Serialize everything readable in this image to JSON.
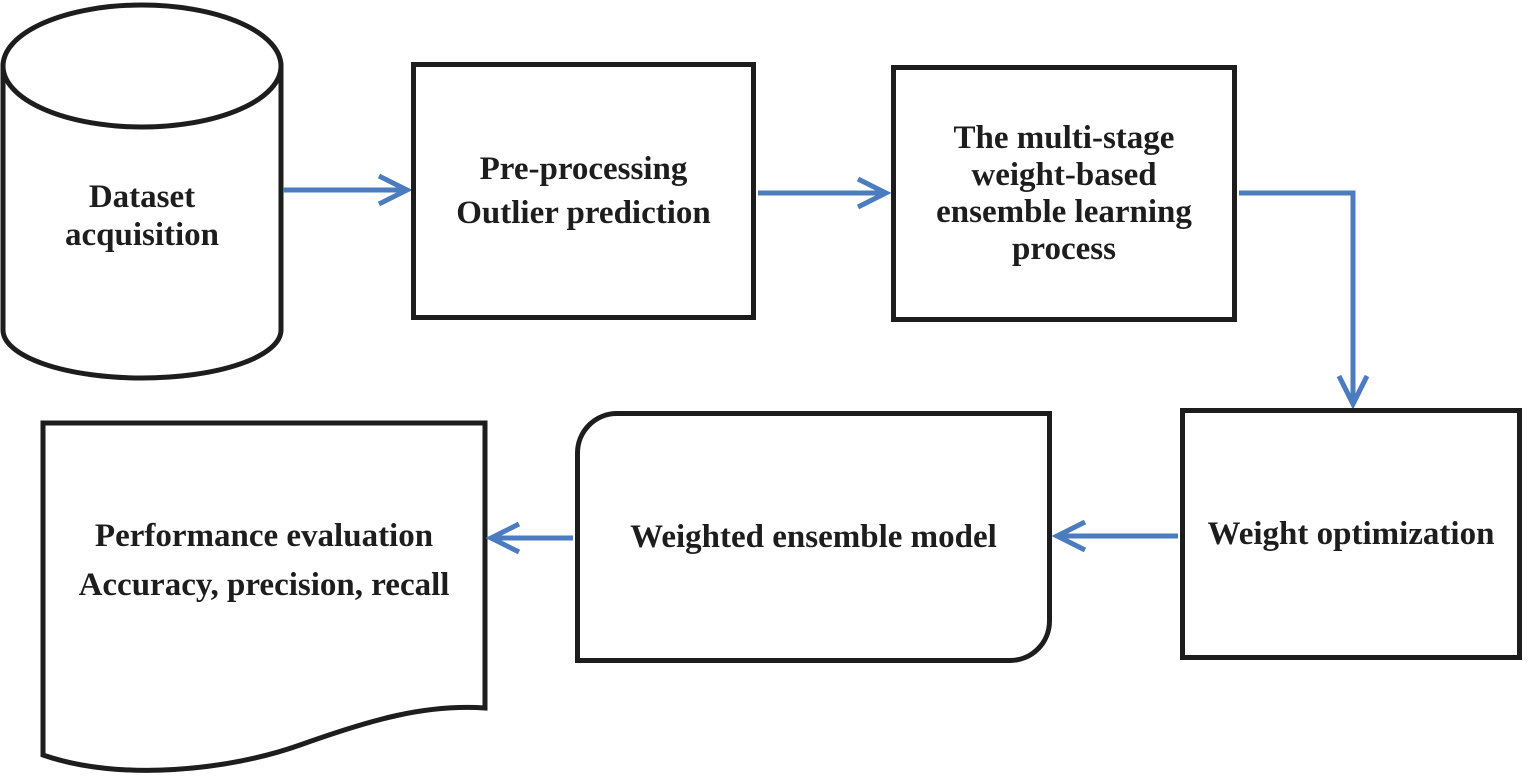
{
  "diagram": {
    "colors": {
      "arrow": "#4a7cbf",
      "border": "#1d1d1d",
      "text": "#1d1d1d",
      "background": "#ffffff"
    },
    "nodes": {
      "dataset": {
        "shape": "cylinder",
        "lines": [
          "Dataset",
          "acquisition"
        ]
      },
      "preprocessing": {
        "shape": "rectangle",
        "lines": [
          "Pre-processing",
          "Outlier prediction"
        ]
      },
      "ensemble_process": {
        "shape": "rectangle",
        "lines": [
          "The multi-stage",
          "weight-based",
          "ensemble learning",
          "process"
        ]
      },
      "weight_optimization": {
        "shape": "rectangle",
        "lines": [
          "Weight optimization"
        ]
      },
      "weighted_model": {
        "shape": "rounded-corner-rectangle",
        "lines": [
          "Weighted ensemble model"
        ]
      },
      "performance": {
        "shape": "document",
        "lines": [
          "Performance evaluation",
          "Accuracy, precision, recall"
        ]
      }
    },
    "edges": [
      {
        "from": "dataset",
        "to": "preprocessing"
      },
      {
        "from": "preprocessing",
        "to": "ensemble_process"
      },
      {
        "from": "ensemble_process",
        "to": "weight_optimization"
      },
      {
        "from": "weight_optimization",
        "to": "weighted_model"
      },
      {
        "from": "weighted_model",
        "to": "performance"
      }
    ]
  }
}
